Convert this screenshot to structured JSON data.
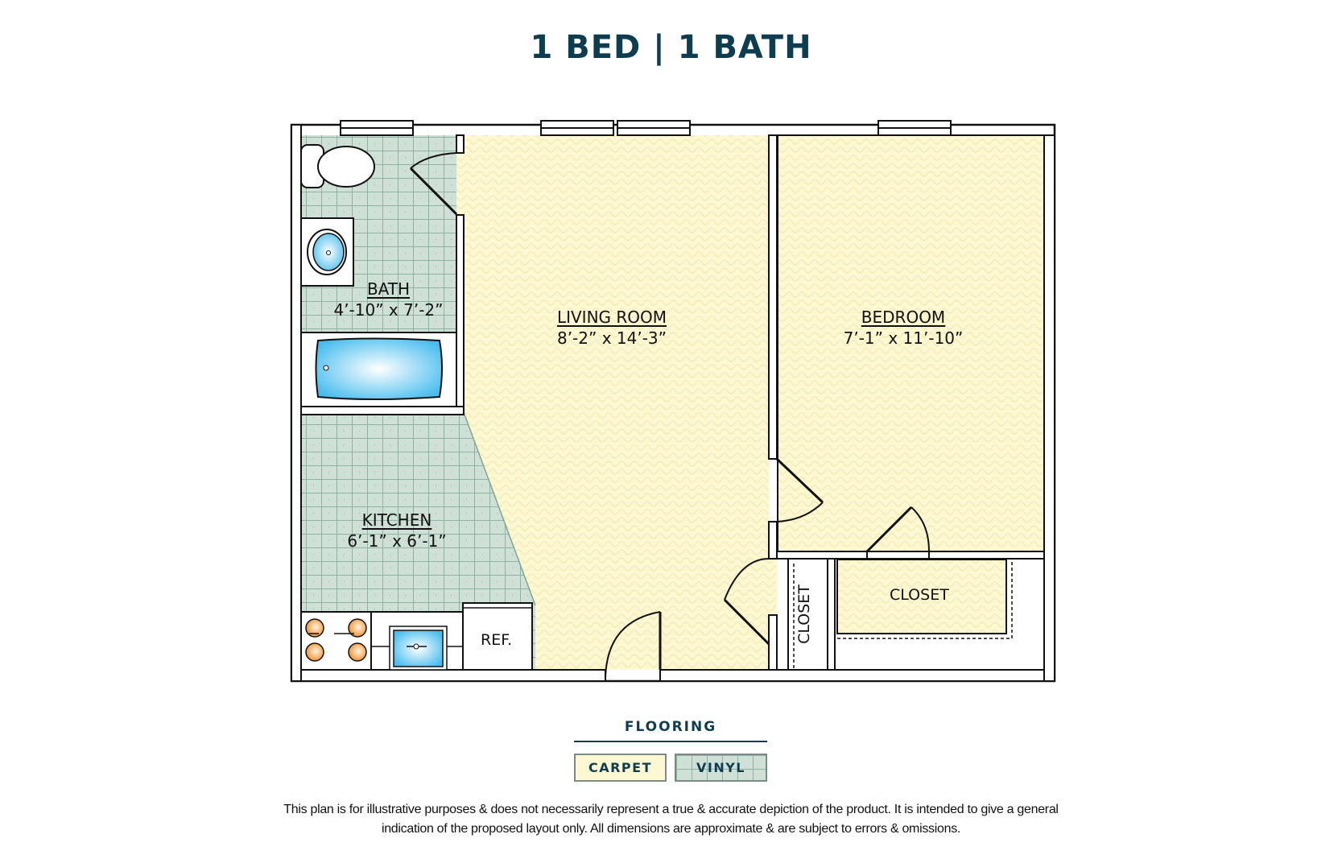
{
  "title": "1 BED | 1 BATH",
  "rooms": {
    "bath": {
      "name": "BATH",
      "dimensions": "4’-10” x 7’-2”"
    },
    "living_room": {
      "name": "LIVING ROOM",
      "dimensions": "8’-2” x 14’-3”"
    },
    "bedroom": {
      "name": "BEDROOM",
      "dimensions": "7’-1” x 11’-10”"
    },
    "kitchen": {
      "name": "KITCHEN",
      "dimensions": "6’-1” x 6’-1”"
    },
    "closet_small": {
      "name": "CLOSET"
    },
    "closet_large": {
      "name": "CLOSET"
    }
  },
  "fixtures": {
    "refrigerator": "REF.",
    "icons": [
      "toilet-icon",
      "bathroom-sink-icon",
      "bathtub-icon",
      "stove-burners-icon",
      "kitchen-sink-icon",
      "refrigerator-icon",
      "window-icon",
      "door-swing-icon"
    ]
  },
  "legend": {
    "title": "FLOORING",
    "items": [
      {
        "label": "CARPET",
        "color": "#fdf7d2"
      },
      {
        "label": "VINYL",
        "color": "#cfe0d6"
      }
    ]
  },
  "disclaimer": {
    "line1": "This plan is for illustrative purposes & does not necessarily represent a true & accurate depiction of the product. It is intended to give a general",
    "line2": "indication of the proposed layout only. All dimensions are approximate & are subject to errors & omissions."
  },
  "colors": {
    "title": "#0f3d50",
    "carpet": "#fdf7d2",
    "vinyl": "#cfe0d6",
    "wall": "#111111",
    "water": "#5ec4ee",
    "burner": "#f39c3c"
  }
}
